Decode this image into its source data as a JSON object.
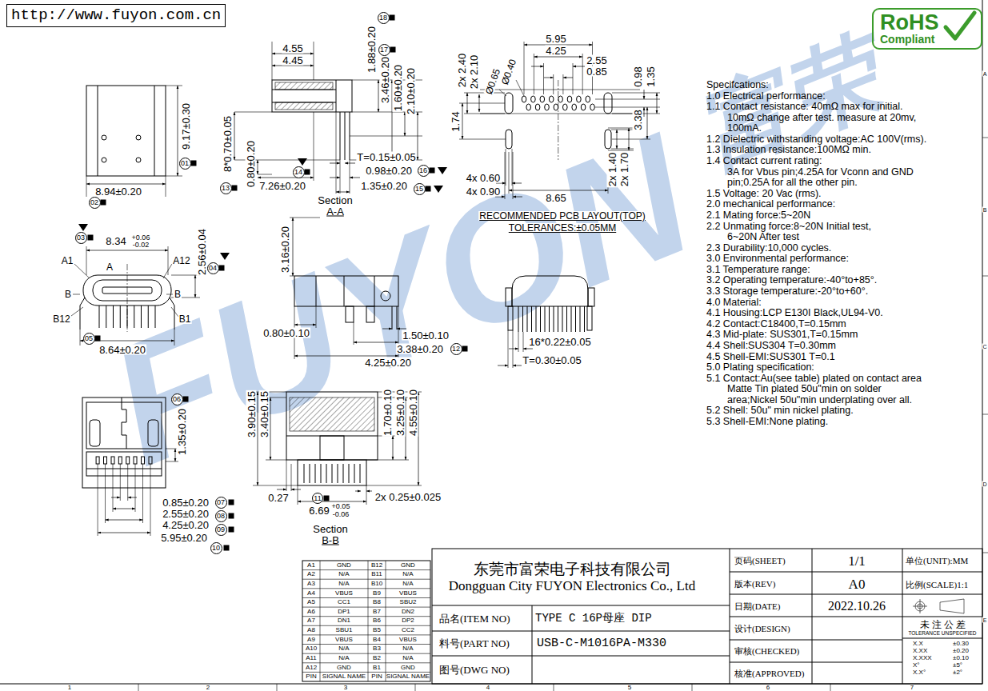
{
  "diagram": {
    "nodes": [
      {
        "text": [
          "http://www.fuyon.com.cn"
        ]
      },
      {
        "text": [
          "RoHS",
          "Compliant"
        ]
      },
      {
        "text": [
          "18"
        ]
      },
      {
        "text": [
          "17"
        ]
      },
      {
        "text": [
          "01"
        ]
      },
      {
        "text": [
          "16"
        ]
      },
      {
        "text": [
          "14"
        ]
      },
      {
        "text": [
          "13"
        ]
      },
      {
        "text": [
          "15"
        ]
      },
      {
        "text": [
          "02"
        ]
      },
      {
        "text": [
          "03"
        ]
      },
      {
        "text": [
          "04"
        ]
      },
      {
        "text": [
          "05"
        ]
      },
      {
        "text": [
          "12"
        ]
      },
      {
        "text": [
          "06"
        ]
      },
      {
        "text": [
          "11"
        ]
      },
      {
        "text": [
          "07"
        ]
      },
      {
        "text": [
          "08"
        ]
      },
      {
        "text": [
          "09"
        ]
      },
      {
        "text": [
          "10"
        ]
      }
    ],
    "labels": [
      "FUYON",
      "富荣",
      "4.55",
      "4.45",
      "1.88±0.20",
      "3.46±0.20",
      "1.60±0.20",
      "2.10±0.20",
      "8*0.70±0.05",
      "0.80±0.20",
      "T=0.15±0.05",
      "0.98±0.20",
      "7.26±0.20",
      "1.35±0.20",
      "Section",
      "A-A",
      "9.17±0.30",
      "8.94±0.20",
      "8.34",
      "+0.06",
      "-0.02",
      "A1",
      "A",
      "A12",
      "2.56±0.04",
      "B",
      "B",
      "B12",
      "B1",
      "8.64±0.20",
      "3.16±0.20",
      "0.80±0.10",
      "1.50±0.10",
      "3.38±0.20",
      "4.25±0.20",
      "1.35±0.20",
      "0.85±0.20",
      "2.55±0.20",
      "4.25±0.20",
      "5.95±0.20",
      "3.90±0.15",
      "3.40±0.15",
      "1.70±0.10",
      "3.25±0.10",
      "4.55±0.10",
      "0.27",
      "6.69",
      "+0.05",
      "-0.06",
      "2x 0.25±0.025",
      "Section",
      "B-B",
      "5.95",
      "4.25",
      "2.55",
      "0.85",
      "2x 2.40",
      "2x 2.10",
      "Ø0.65",
      "Ø0.40",
      "0.98",
      "1.35",
      "1.74",
      "3.38",
      "4x 0.60",
      "4x 0.90",
      "2x 1.40",
      "2x 1.70",
      "8.65",
      "RECOMMENDED PCB LAYOUT(TOP)",
      "TOLERANCES:±0.05MM",
      "16*0.22±0.05",
      "T=0.30±0.05",
      "1",
      "2",
      "3",
      "4",
      "5",
      "6",
      "7",
      "A",
      "B",
      "C",
      "D",
      "E",
      "Specifcations:",
      "1.0 Electrical performance:",
      "1.1 Contact resistance: 40mΩ max for initial.",
      "10mΩ change after test. measure at 20mv,",
      "100mA.",
      "1.2 Dielectric withstanding voltage:AC 100V(rms).",
      "1.3 Insulation resistance:100MΩ min.",
      "1.4 Contact current rating:",
      "3A for Vbus pin;4.25A for Vconn and GND",
      "pin;0.25A for all the other pin.",
      "1.5 Voltage: 20 Vac (rms).",
      "2.0 mechanical performance:",
      "2.1 Mating force:5~20N",
      "2.2 Unmating force:8~20N Initial test,",
      "6~20N After test",
      "2.3 Durability:10,000 cycles.",
      "3.0 Environmental performance:",
      "3.1 Temperature range:",
      "3.2 Operating temperature:-40°to+85°.",
      "3.3 Storage temperature:-20°to+60°.",
      "4.0 Material:",
      "4.1 Housing:LCP E130I Black,UL94-V0.",
      "4.2 Contact:C18400,T=0.15mm",
      "4.3 Mid-plate: SUS301,T=0.15mm",
      "4.4 Shell:SUS304 T=0.30mm",
      "4.5 Shell-EMI:SUS301 T=0.1",
      "5.0 Plating specification:",
      "5.1 Contact:Au(see table) plated on contact area",
      "Matte Tin plated 50u\"min on solder",
      "area;Nickel 50u\"min underplating over all.",
      "5.2 Shell: 50u\" min nickel plating.",
      "5.3 Shell-EMI:None plating.",
      "A1",
      "GND",
      "B12",
      "GND",
      "A2",
      "N/A",
      "B11",
      "N/A",
      "A3",
      "N/A",
      "B10",
      "N/A",
      "A4",
      "VBUS",
      "B9",
      "VBUS",
      "A5",
      "CC1",
      "B8",
      "SBU2",
      "A6",
      "DP1",
      "B7",
      "DN2",
      "A7",
      "DN1",
      "B6",
      "DP2",
      "A8",
      "SBU1",
      "B5",
      "CC2",
      "A9",
      "VBUS",
      "B4",
      "VBUS",
      "A10",
      "N/A",
      "B3",
      "N/A",
      "A11",
      "N/A",
      "B2",
      "N/A",
      "A12",
      "GND",
      "B1",
      "GND",
      "PIN",
      "SIGNAL NAME",
      "PIN",
      "SIGNAL NAME",
      "东莞市富荣电子科技有限公司",
      "Dongguan City FUYON Electronics Co., Ltd",
      "品名(ITEM NO)",
      "TYPE C 16P母座 DIP",
      "料号(PART NO)",
      "USB-C-M1016PA-M330",
      "图号(DWG NO)",
      "页码(SHEET)",
      "1/1",
      "单位(UNIT):MM",
      "版本(REV)",
      "A0",
      "比例(SCALE)1:1",
      "日期(DATE)",
      "2022.10.26",
      "设计(DESIGN)",
      "审核(CHECKED)",
      "核准(APPROVED)",
      "未 注 公 差",
      "TOLERANCE UNSPECIFIED",
      "X.X",
      "±0.30",
      "X.XX",
      "±0.20",
      "X.XXX",
      "±0.10",
      "X°",
      "±5°",
      "X.X°",
      "±2°"
    ]
  }
}
